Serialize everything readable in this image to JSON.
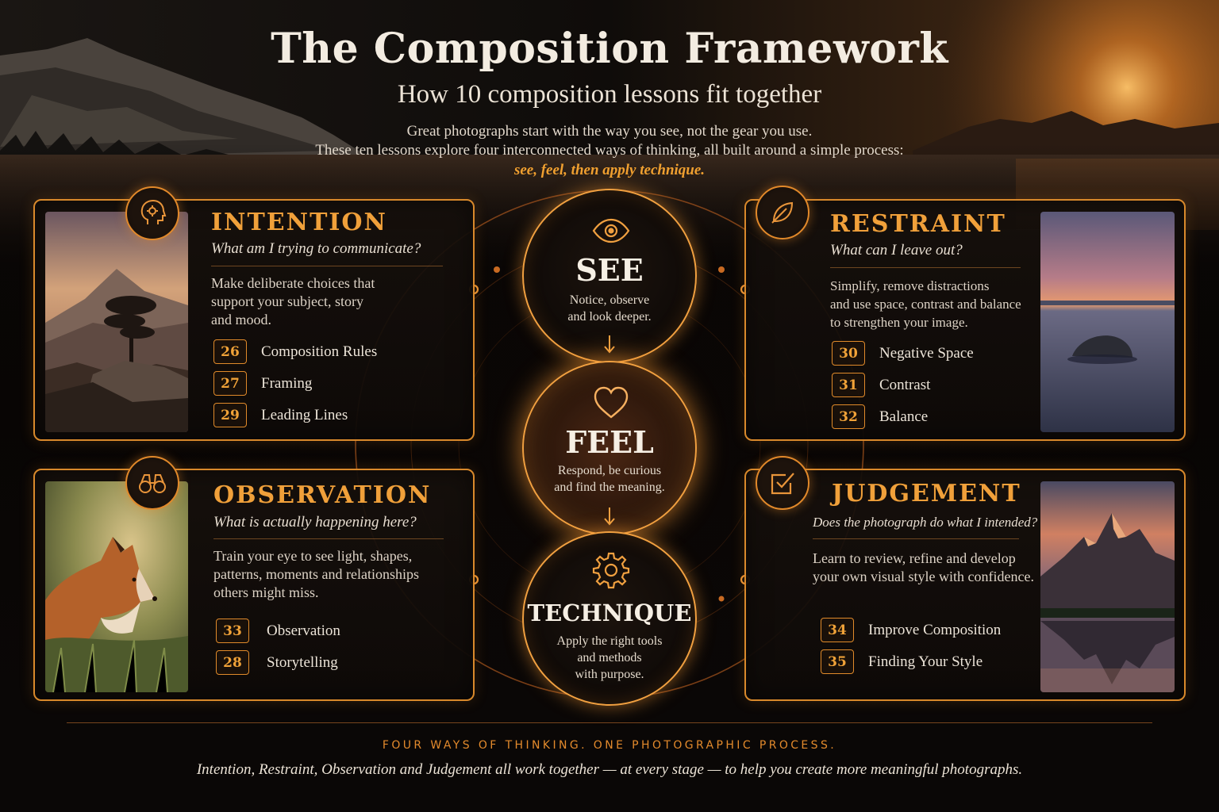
{
  "header": {
    "title": "The Composition Framework",
    "subtitle": "How 10 composition lessons fit together",
    "intro_line1": "Great photographs start with the way you see, not the gear you use.",
    "intro_line2": "These ten lessons explore four interconnected ways of thinking, all built around a simple process:",
    "intro_accent": "see, feel, then apply technique."
  },
  "colors": {
    "accent": "#e38a2c",
    "accent_light": "#f0a03a",
    "background": "#0b0807"
  },
  "cards": {
    "intention": {
      "icon": "head-gears-icon",
      "title": "INTENTION",
      "question": "What am I trying to communicate?",
      "desc_line1": "Make deliberate choices that",
      "desc_line2": "support your subject, story",
      "desc_line3": "and mood.",
      "lessons": [
        {
          "num": "26",
          "label": "Composition Rules"
        },
        {
          "num": "27",
          "label": "Framing"
        },
        {
          "num": "29",
          "label": "Leading Lines"
        }
      ]
    },
    "restraint": {
      "icon": "leaf-icon",
      "title": "RESTRAINT",
      "question": "What can I leave out?",
      "desc_line1": "Simplify, remove distractions",
      "desc_line2": "and use space, contrast and balance",
      "desc_line3": "to strengthen your image.",
      "lessons": [
        {
          "num": "30",
          "label": "Negative Space"
        },
        {
          "num": "31",
          "label": "Contrast"
        },
        {
          "num": "32",
          "label": "Balance"
        }
      ]
    },
    "observation": {
      "icon": "binoculars-icon",
      "title": "OBSERVATION",
      "question": "What is actually happening here?",
      "desc_line1": "Train your eye to see light, shapes,",
      "desc_line2": "patterns, moments and relationships",
      "desc_line3": "others might miss.",
      "lessons": [
        {
          "num": "33",
          "label": "Observation"
        },
        {
          "num": "28",
          "label": "Storytelling"
        }
      ]
    },
    "judgement": {
      "icon": "checkbox-icon",
      "title": "JUDGEMENT",
      "question": "Does the photograph do what I intended?",
      "desc_line1": "Learn to review, refine and develop",
      "desc_line2": "your own visual style with confidence.",
      "lessons": [
        {
          "num": "34",
          "label": "Improve Composition"
        },
        {
          "num": "35",
          "label": "Finding Your Style"
        }
      ]
    }
  },
  "process": {
    "see": {
      "icon": "eye-icon",
      "title": "SEE",
      "desc_line1": "Notice, observe",
      "desc_line2": "and look deeper."
    },
    "feel": {
      "icon": "heart-icon",
      "title": "FEEL",
      "desc_line1": "Respond, be curious",
      "desc_line2": "and find the meaning."
    },
    "technique": {
      "icon": "gear-icon",
      "title": "TECHNIQUE",
      "desc_line1": "Apply the right tools",
      "desc_line2": "and methods",
      "desc_line3": "with purpose."
    }
  },
  "footer": {
    "caps": "FOUR WAYS OF THINKING.  ONE PHOTOGRAPHIC PROCESS.",
    "text": "Intention, Restraint, Observation and Judgement all work together — at every stage — to help you create more meaningful photographs."
  }
}
